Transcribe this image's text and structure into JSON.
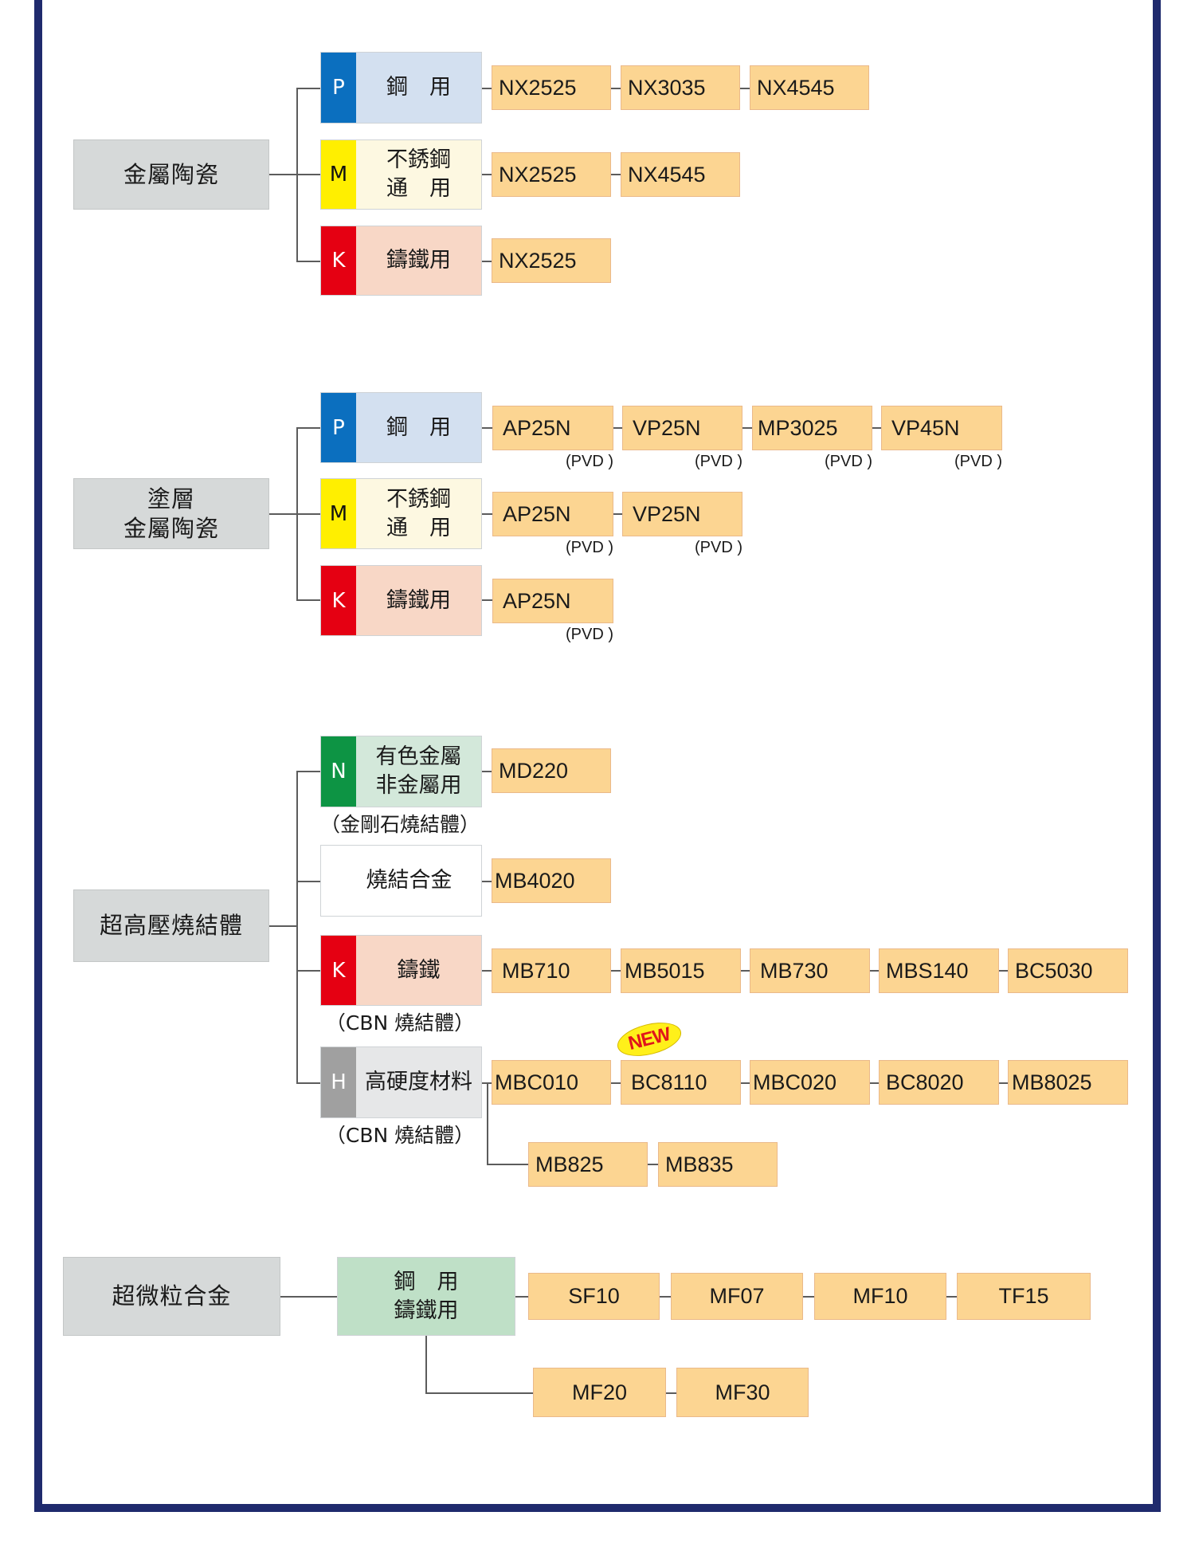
{
  "colors": {
    "frame": "#1f2a6d",
    "product_fill": "#fcd592",
    "category_fill": "#d6d9d9",
    "P_tab": "#0b6fbf",
    "P_fill": "#d3e0f0",
    "M_tab": "#ffef00",
    "M_fill": "#fdf8e1",
    "K_tab": "#e50012",
    "K_fill": "#f8d7c6",
    "N_tab": "#0d9444",
    "N_fill": "#d3e8da",
    "H_tab": "#a0a0a0",
    "H_fill": "#e6e7e8",
    "F_fill": "#bfe0c7",
    "new_badge": "#fff01a"
  },
  "sections": [
    {
      "category": "金屬陶瓷",
      "groups": [
        {
          "tab": "P",
          "label": "鋼　用",
          "products": [
            "NX2525",
            "NX3035",
            "NX4545"
          ]
        },
        {
          "tab": "M",
          "label_line1": "不銹鋼",
          "label_line2": "通　用",
          "products": [
            "NX2525",
            "NX4545"
          ]
        },
        {
          "tab": "K",
          "label": "鑄鐵用",
          "products": [
            "NX2525"
          ]
        }
      ]
    },
    {
      "category_line1": "塗層",
      "category_line2": "金屬陶瓷",
      "coating_note": "(PVD )",
      "groups": [
        {
          "tab": "P",
          "label": "鋼　用",
          "products": [
            "AP25N",
            "VP25N",
            "MP3025",
            "VP45N"
          ]
        },
        {
          "tab": "M",
          "label_line1": "不銹鋼",
          "label_line2": "通　用",
          "products": [
            "AP25N",
            "VP25N"
          ]
        },
        {
          "tab": "K",
          "label": "鑄鐵用",
          "products": [
            "AP25N"
          ]
        }
      ]
    },
    {
      "category": "超高壓燒結體",
      "groups": [
        {
          "tab": "N",
          "label_line1": "有色金屬",
          "label_line2": "非金屬用",
          "note": "（金剛石燒結體）",
          "products": [
            "MD220"
          ]
        },
        {
          "tab": "",
          "label": "燒結合金",
          "products": [
            "MB4020"
          ]
        },
        {
          "tab": "K",
          "label": "鑄鐵",
          "note": "（CBN 燒結體）",
          "products": [
            "MB710",
            "MB5015",
            "MB730",
            "MBS140",
            "BC5030"
          ]
        },
        {
          "tab": "H",
          "label": "高硬度材料",
          "note": "（CBN 燒結體）",
          "products": [
            "MBC010",
            "BC8110",
            "MBC020",
            "BC8020",
            "MB8025"
          ],
          "products_row2": [
            "MB825",
            "MB835"
          ],
          "new_badge": "NEW",
          "new_badge_on": "BC8110"
        }
      ]
    },
    {
      "category": "超微粒合金",
      "groups": [
        {
          "label_line1": "鋼　用",
          "label_line2": "鑄鐵用",
          "products": [
            "SF10",
            "MF07",
            "MF10",
            "TF15"
          ],
          "products_row2": [
            "MF20",
            "MF30"
          ]
        }
      ]
    }
  ]
}
